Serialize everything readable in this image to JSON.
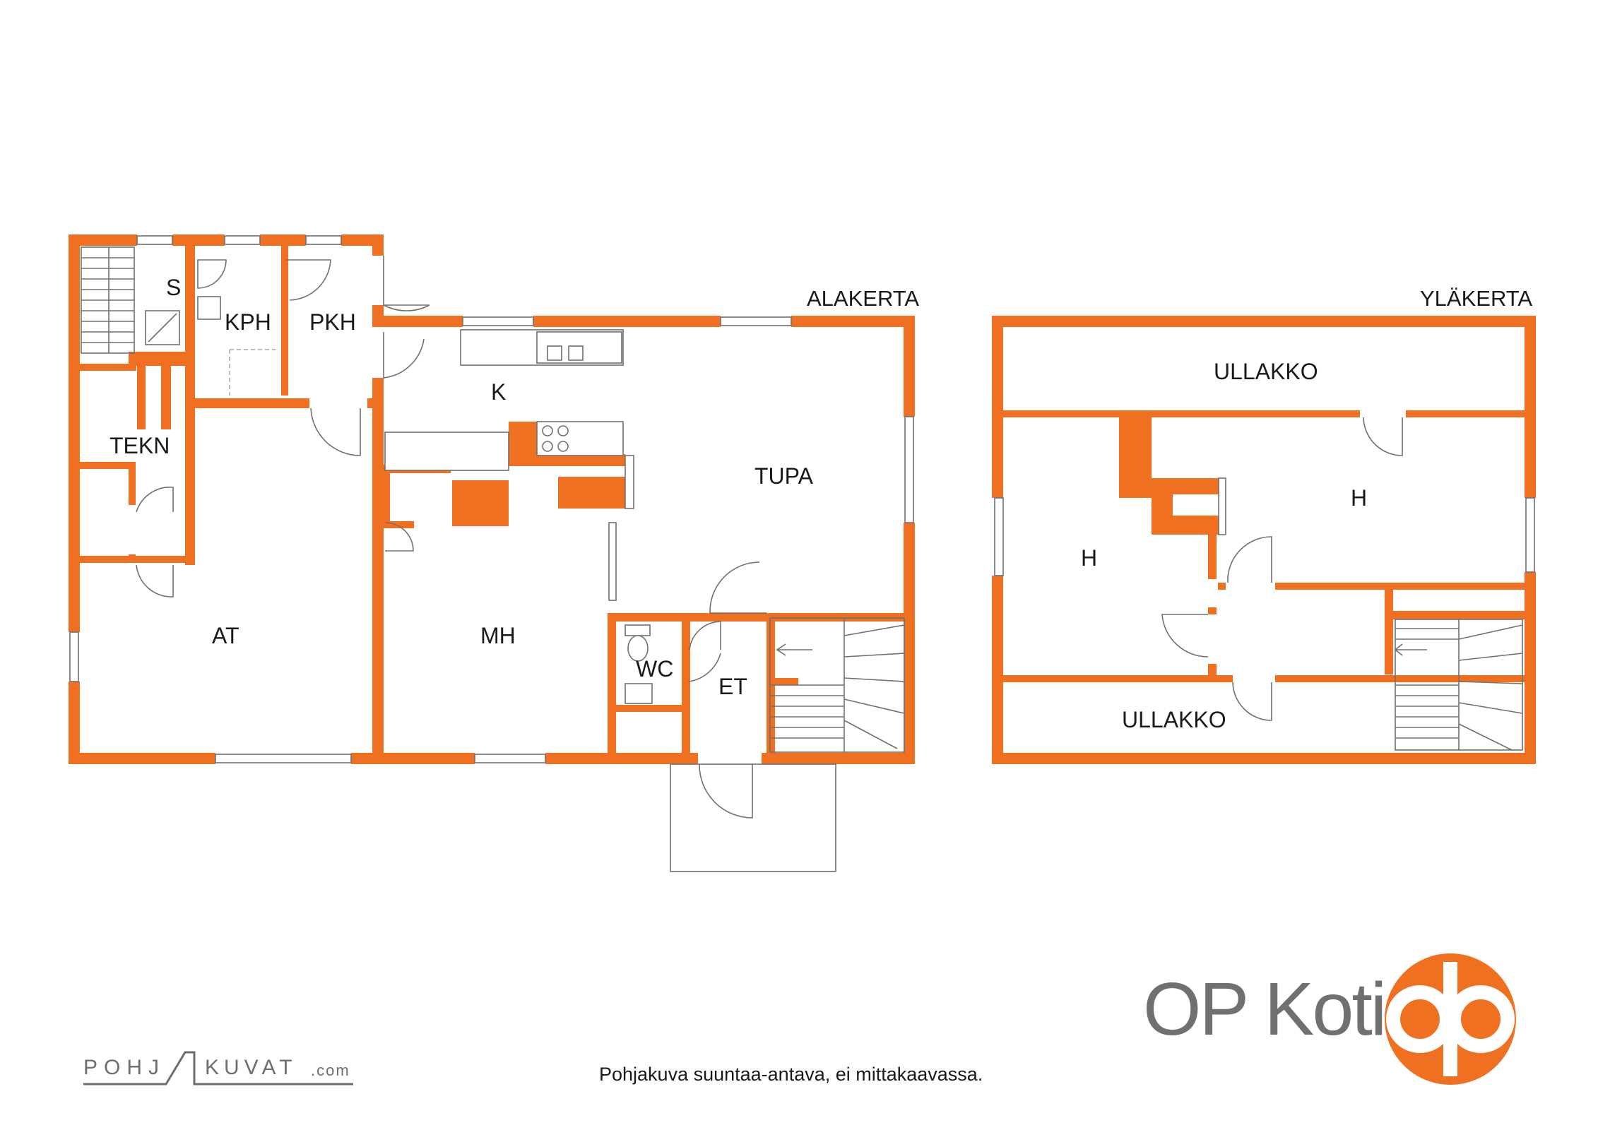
{
  "floors": {
    "lower": "ALAKERTA",
    "upper": "YLÄKERTA"
  },
  "rooms": {
    "s": "S",
    "kph": "KPH",
    "pkh": "PKH",
    "k": "K",
    "tekn": "TEKN",
    "tupa": "TUPA",
    "at": "AT",
    "mh": "MH",
    "wc": "WC",
    "et": "ET",
    "ullakko_top": "ULLAKKO",
    "h_left": "H",
    "h_right": "H",
    "ullakko_bottom": "ULLAKKO"
  },
  "footer": {
    "disclaimer": "Pohjakuva suuntaa-antava, ei mittakaavassa.",
    "brand": "OP Koti",
    "source_left": "POHJ",
    "source_right": "KUVAT",
    "source_domain": ".com"
  },
  "colors": {
    "wall": "#f07022",
    "logo": "#f07022",
    "text": "#1a1a1a",
    "brand_text": "#707070"
  }
}
